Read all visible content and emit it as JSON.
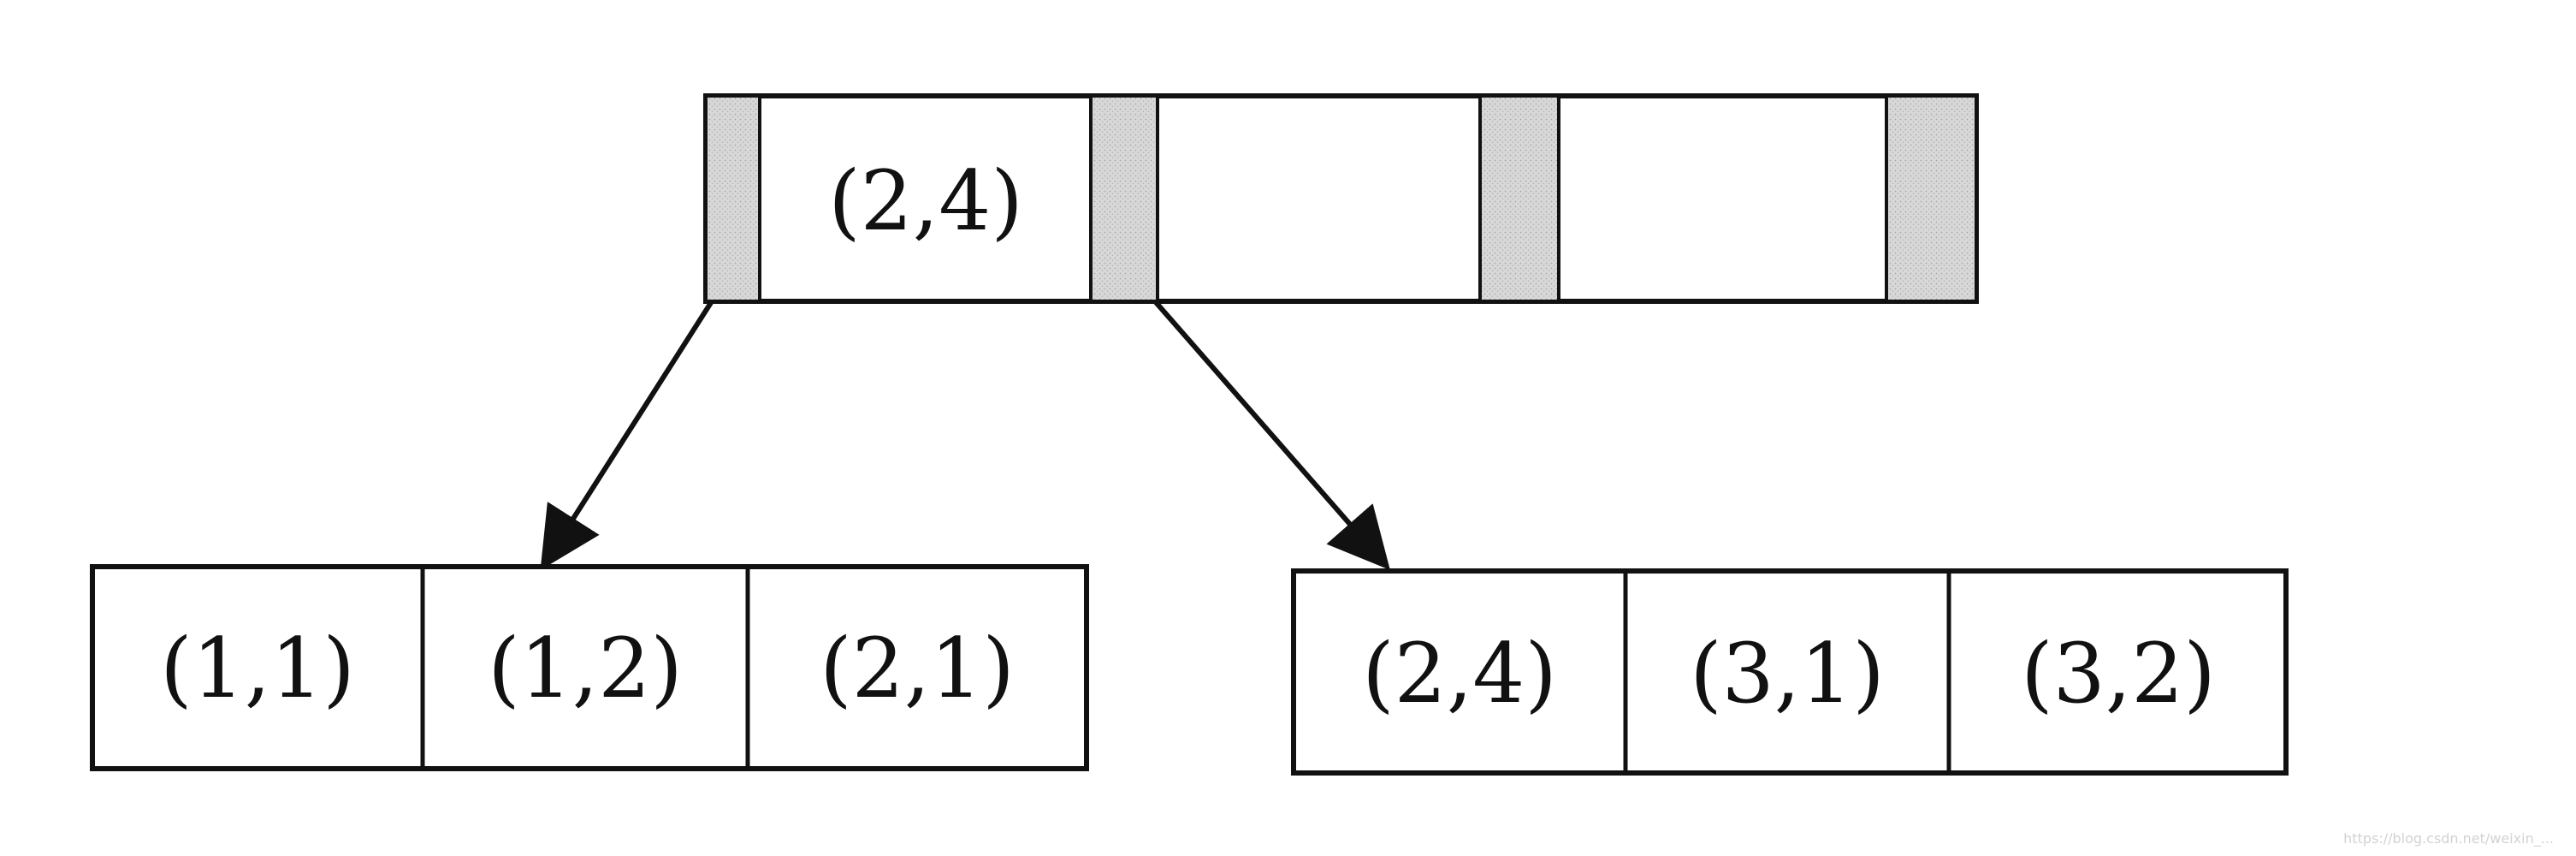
{
  "root_node": {
    "keys": [
      "(2,4)",
      "",
      ""
    ]
  },
  "leaf_nodes": [
    {
      "keys": [
        "(1,1)",
        "(1,2)",
        "(2,1)"
      ]
    },
    {
      "keys": [
        "(2,4)",
        "(3,1)",
        "(3,2)"
      ]
    }
  ],
  "edges": [
    {
      "from": "root-pointer-1",
      "to": "leaf-1"
    },
    {
      "from": "root-pointer-2",
      "to": "leaf-2"
    }
  ],
  "watermark": "https://blog.csdn.net/weixin_..."
}
